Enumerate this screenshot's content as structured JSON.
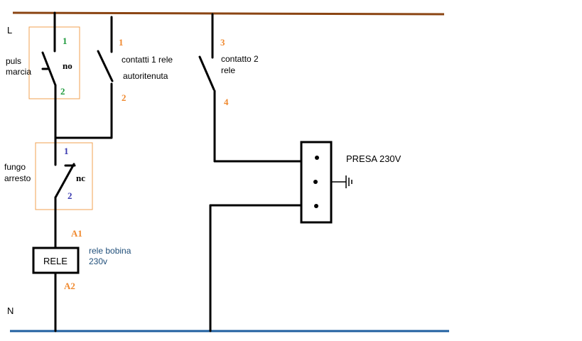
{
  "colors": {
    "line_L": "#8B4513",
    "line_N": "#1F5FA0",
    "wire": "#000000",
    "box_outline": "#F0A050",
    "orange_text": "#F08A30",
    "green_text": "#1E9A3C",
    "blue_text": "#3A3AB0",
    "rele_note_text": "#1F4E79"
  },
  "rails": {
    "line_label": "L",
    "neutral_label": "N"
  },
  "start_button": {
    "label_line1": "puls",
    "label_line2": "marcia",
    "type": "no",
    "terminal_top": "1",
    "terminal_bottom": "2",
    "icon": "no-contact-icon"
  },
  "hold_contact": {
    "terminal_top": "1",
    "terminal_bottom": "2",
    "label_line1": "contatti 1 rele",
    "label_line2": "autoritenuta",
    "icon": "no-contact-icon"
  },
  "relay_contact_2": {
    "terminal_top": "3",
    "terminal_bottom": "4",
    "label_line1": "contatto 2",
    "label_line2": "rele",
    "icon": "no-contact-icon"
  },
  "stop_button": {
    "label_line1": "fungo",
    "label_line2": "arresto",
    "type": "nc",
    "terminal_top": "1",
    "terminal_bottom": "2",
    "icon": "nc-contact-icon"
  },
  "relay_coil": {
    "label": "RELE",
    "terminal_top": "A1",
    "terminal_bottom": "A2",
    "note_line1": "rele bobina",
    "note_line2": "230v",
    "icon": "coil-icon"
  },
  "socket": {
    "label": "PRESA 230V",
    "icon": "socket-icon",
    "ground_icon": "ground-icon"
  }
}
